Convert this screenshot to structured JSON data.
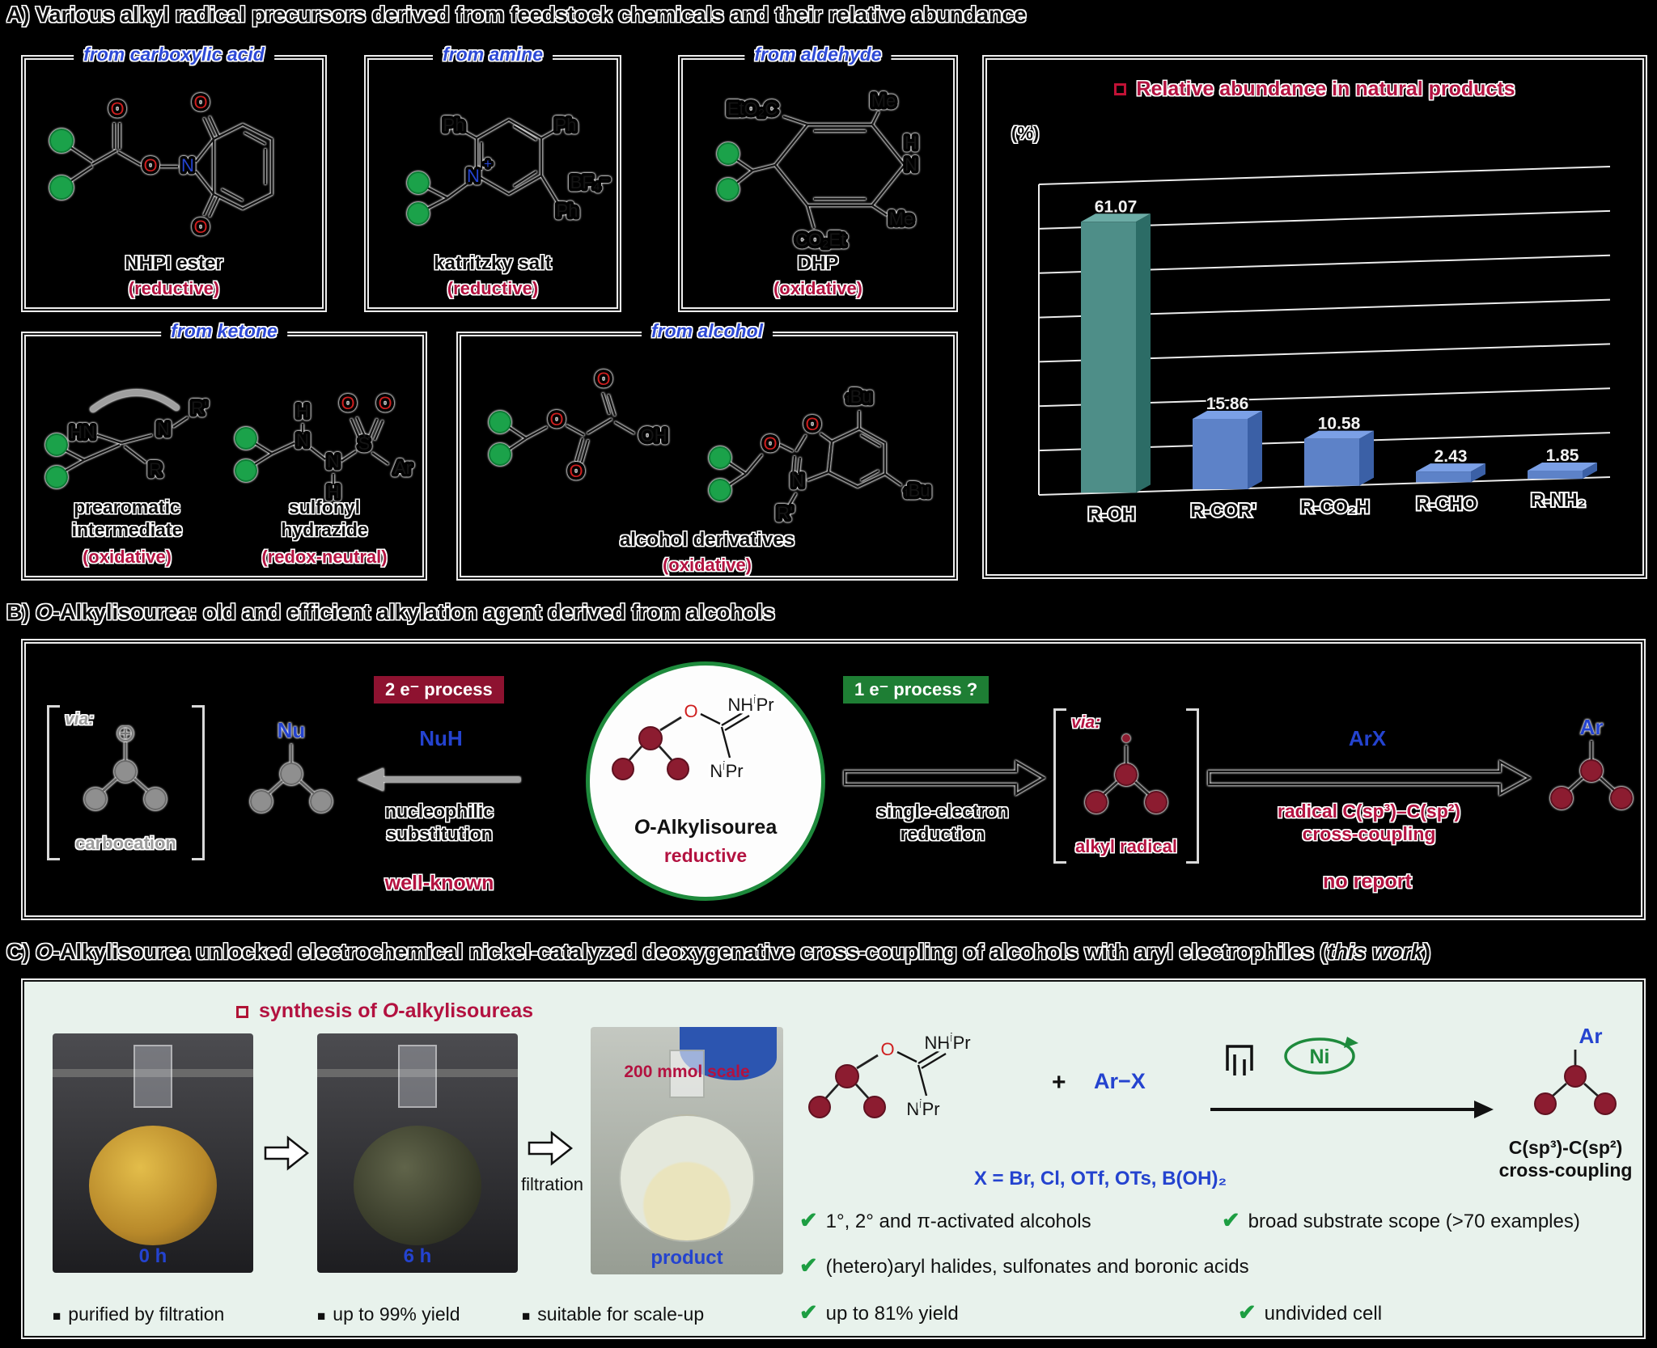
{
  "colors": {
    "crimson": "#b31240",
    "blue": "#2443cf",
    "green": "#1d9e42",
    "mint_bg": "#e8f2ec",
    "maroon": "#8c1c30",
    "alkyl_green": "#1ba24a",
    "teal_bar": "#4e8e88",
    "blue_bar": "#5d82c8",
    "chip_red": "#8e1230",
    "chip_green": "#1e7e34"
  },
  "section_a": {
    "heading": "A) Various alkyl radical precursors derived from feedstock chemicals and their relative abundance",
    "carboxylic": {
      "tag": "from carboxylic acid",
      "name": "NHPI ester",
      "mode": "(reductive)"
    },
    "amine": {
      "tag": "from amine",
      "name": "katritzky salt",
      "mode": "(reductive)"
    },
    "aldehyde": {
      "tag": "from aldehyde",
      "name": "DHP",
      "mode": "(oxidative)"
    },
    "ketone": {
      "tag": "from ketone",
      "left_name1": "prearomatic",
      "left_name2": "intermediate",
      "left_mode": "(oxidative)",
      "right_name1": "sulfonyl",
      "right_name2": "hydrazide",
      "right_mode": "(redox-neutral)"
    },
    "alcohol": {
      "tag": "from alcohol",
      "name": "alcohol derivatives",
      "mode": "(oxidative)"
    }
  },
  "chart_data": {
    "type": "bar",
    "title": "Relative abundance in natural products",
    "unit_label": "(%)",
    "categories": [
      "R-OH",
      "R-COR'",
      "R-CO₂H",
      "R-CHO",
      "R-NH₂"
    ],
    "values": [
      61.07,
      15.86,
      10.58,
      2.43,
      1.85
    ],
    "value_labels": [
      "61.07",
      "15.86",
      "10.58",
      "2.43",
      "1.85"
    ],
    "ylim": [
      0,
      70
    ],
    "grid_step": 10,
    "bar_colors": [
      "#4e8e88",
      "#5d82c8",
      "#5d82c8",
      "#5d82c8",
      "#5d82c8"
    ],
    "style": "3d",
    "grid": true,
    "legend_position": "top"
  },
  "structures": {
    "nhpi": {
      "o1": "O",
      "o2": "O",
      "n": "N",
      "o3": "O",
      "o4": "O"
    },
    "katritzky": {
      "ph1": "Ph",
      "ph2": "Ph",
      "ph3": "Ph",
      "n": "N",
      "plus": "+",
      "counterion": "BF₄⁻"
    },
    "dhp": {
      "eto2c": "EtO₂C",
      "me1": "Me",
      "n": "N",
      "h": "H",
      "me2": "Me",
      "co2et": "CO₂Et"
    },
    "prearomatic": {
      "hn": "HN",
      "n": "N",
      "r": "R",
      "rp": "R'"
    },
    "hydrazide": {
      "h1": "H",
      "n1": "N",
      "n2": "N",
      "h2": "H",
      "s": "S",
      "o1": "O",
      "o2": "O",
      "ar": "Ar"
    },
    "oxalate": {
      "o1": "O",
      "o2": "O",
      "o3": "O",
      "oh": "OH"
    },
    "benzoxazole": {
      "o1": "O",
      "o2": "O",
      "n": "N",
      "t1": "t",
      "bu1": "Bu",
      "t2": "t",
      "bu2": "Bu",
      "rp": "R'"
    },
    "isourea": {
      "o": "O",
      "nh": "NH",
      "i1": "i",
      "pr1": "Pr",
      "n": "N",
      "i2": "i",
      "pr2": "Pr"
    }
  },
  "section_b": {
    "heading_prefix": "B) ",
    "heading_italic": "O",
    "heading_rest": "-Alkylisourea: old and efficient alkylation agent derived from alcohols",
    "via_left": "via:",
    "carbocation": "carbocation",
    "nu": "Nu",
    "chip_left": "2 e⁻ process",
    "nuh": "NuH",
    "sub1": "nucleophilic",
    "sub2": "substitution",
    "well_known": "well-known",
    "center_italic": "O",
    "center_rest": "-Alkylisourea",
    "center_mode": "reductive",
    "chip_right": "1 e⁻ process ?",
    "red1": "single-electron",
    "red2": "reduction",
    "via_right": "via:",
    "alkyl_radical": "alkyl radical",
    "arx": "ArX",
    "cc1": "radical C(sp³)–C(sp²)",
    "cc2": "cross-coupling",
    "no_report": "no report",
    "ar": "Ar"
  },
  "section_c": {
    "heading_pre": "C) ",
    "heading_italic": "O",
    "heading_mid": "-Alkylisourea unlocked electrochemical nickel-catalyzed deoxygenative cross-coupling of alcohols with aryl electrophiles (",
    "heading_italic2": "this work",
    "heading_end": ")",
    "synth_pre": "synthesis of ",
    "synth_italic": "O",
    "synth_post": "-alkylisoureas",
    "photo1_caption": "0 h",
    "photo2_caption": "6 h",
    "photo3_scale": "200 mmol scale",
    "photo3_caption": "product",
    "filtration": "filtration",
    "bullet_glyph": "■",
    "bullets": [
      "purified by filtration",
      "up to 99% yield",
      "suitable for scale-up"
    ],
    "plus": "+",
    "arx": "Ar−X",
    "ni": "Ni",
    "x_scope": "X = Br, Cl, OTf, OTs, B(OH)₂",
    "ar": "Ar",
    "cap1": "C(sp³)-C(sp²)",
    "cap2": "cross-coupling",
    "check_glyph": "✔",
    "checks": [
      "1°, 2° and π-activated alcohols",
      "broad substrate scope (>70 examples)",
      "(hetero)aryl halides, sulfonates and boronic acids",
      "up to 81% yield",
      "undivided cell"
    ]
  }
}
